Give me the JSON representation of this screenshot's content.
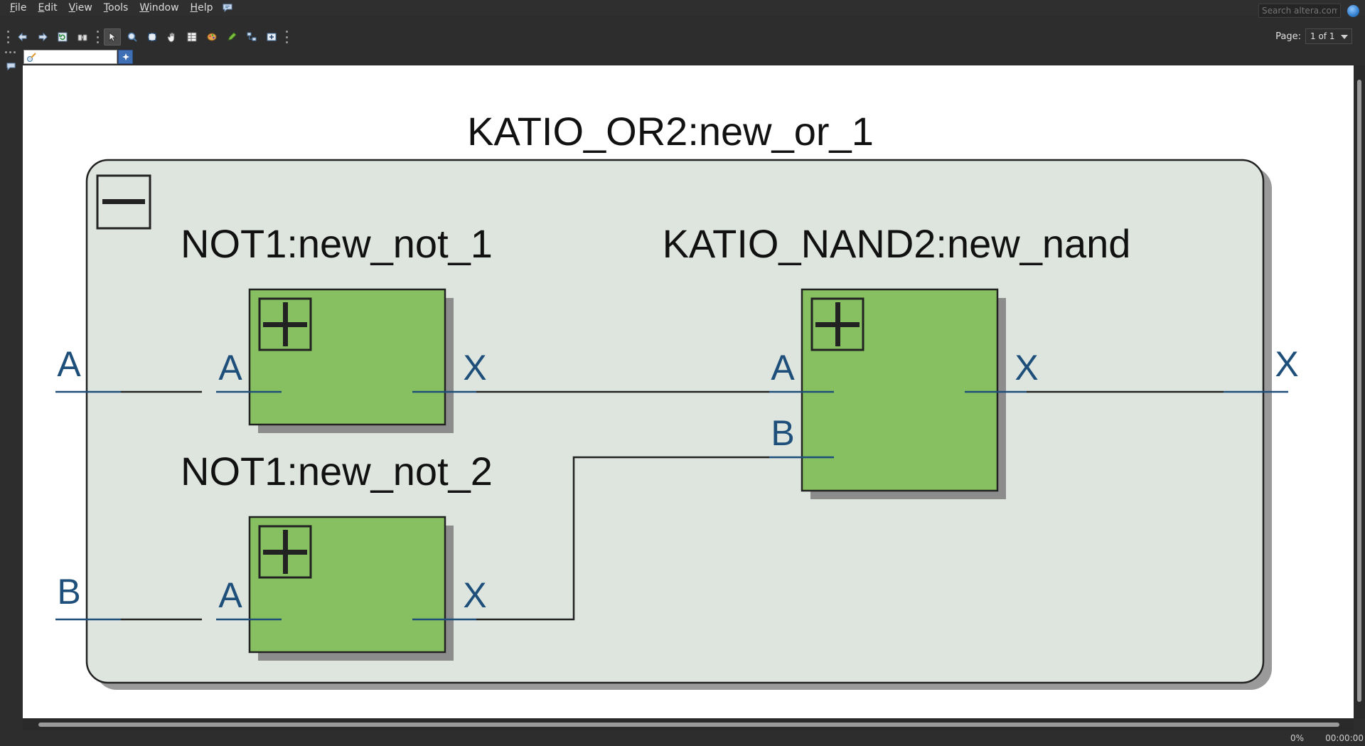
{
  "menu": {
    "items": [
      "File",
      "Edit",
      "View",
      "Tools",
      "Window",
      "Help"
    ],
    "search_placeholder": "Search altera.com"
  },
  "toolbar": {
    "page_label": "Page:",
    "page_value": "1 of 1"
  },
  "find": {
    "value": ""
  },
  "schematic": {
    "top_instance": "KATIO_OR2:new_or_1",
    "instances": [
      {
        "name": "NOT1:new_not_1",
        "ports_in": [
          "A"
        ],
        "ports_out": [
          "X"
        ],
        "fill": "#86c060"
      },
      {
        "name": "NOT1:new_not_2",
        "ports_in": [
          "A"
        ],
        "ports_out": [
          "X"
        ],
        "fill": "#86c060"
      },
      {
        "name": "KATIO_NAND2:new_nand",
        "ports_in": [
          "A",
          "B"
        ],
        "ports_out": [
          "X"
        ],
        "fill": "#86c060"
      }
    ],
    "top_ports_in": [
      "A",
      "B"
    ],
    "top_ports_out": [
      "X"
    ],
    "container_fill": "#dde5de",
    "port_color": "#1d4f7a"
  },
  "status": {
    "progress": "0%",
    "elapsed": "00:00:00"
  }
}
